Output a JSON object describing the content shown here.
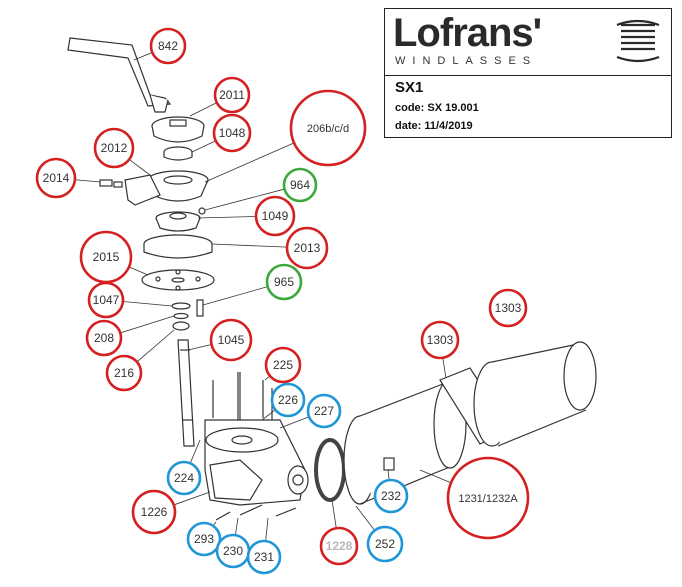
{
  "title_block": {
    "brand": "Lofrans'",
    "sub_brand": "WINDLASSES",
    "model": "SX1",
    "code_line": "code: SX 19.001",
    "date_line": "date: 11/4/2019"
  },
  "legend_colors": {
    "red": "#d42020",
    "blue": "#1f96d6",
    "green": "#3da83d"
  },
  "callouts": [
    {
      "id": "842",
      "label": "842",
      "color": "red"
    },
    {
      "id": "2011",
      "label": "2011",
      "color": "red"
    },
    {
      "id": "1048",
      "label": "1048",
      "color": "red"
    },
    {
      "id": "2012",
      "label": "2012",
      "color": "red"
    },
    {
      "id": "206bcd",
      "label": "206b/c/d",
      "color": "red"
    },
    {
      "id": "2014",
      "label": "2014",
      "color": "red"
    },
    {
      "id": "964",
      "label": "964",
      "color": "green"
    },
    {
      "id": "1049",
      "label": "1049",
      "color": "red"
    },
    {
      "id": "2015",
      "label": "2015",
      "color": "red"
    },
    {
      "id": "2013",
      "label": "2013",
      "color": "red"
    },
    {
      "id": "965",
      "label": "965",
      "color": "green"
    },
    {
      "id": "1047",
      "label": "1047",
      "color": "red"
    },
    {
      "id": "208",
      "label": "208",
      "color": "red"
    },
    {
      "id": "1045",
      "label": "1045",
      "color": "red"
    },
    {
      "id": "216",
      "label": "216",
      "color": "red"
    },
    {
      "id": "1303a",
      "label": "1303",
      "color": "red"
    },
    {
      "id": "1303b",
      "label": "1303",
      "color": "red"
    },
    {
      "id": "225",
      "label": "225",
      "color": "red"
    },
    {
      "id": "226",
      "label": "226",
      "color": "blue"
    },
    {
      "id": "227",
      "label": "227",
      "color": "blue"
    },
    {
      "id": "224",
      "label": "224",
      "color": "blue"
    },
    {
      "id": "232",
      "label": "232",
      "color": "blue"
    },
    {
      "id": "1231",
      "label": "1231/1232A",
      "color": "red"
    },
    {
      "id": "1226",
      "label": "1226",
      "color": "red"
    },
    {
      "id": "293",
      "label": "293",
      "color": "blue"
    },
    {
      "id": "230",
      "label": "230",
      "color": "blue"
    },
    {
      "id": "231",
      "label": "231",
      "color": "blue"
    },
    {
      "id": "1228",
      "label": "1228",
      "color": "red",
      "faded": true
    },
    {
      "id": "252",
      "label": "252",
      "color": "blue"
    }
  ]
}
